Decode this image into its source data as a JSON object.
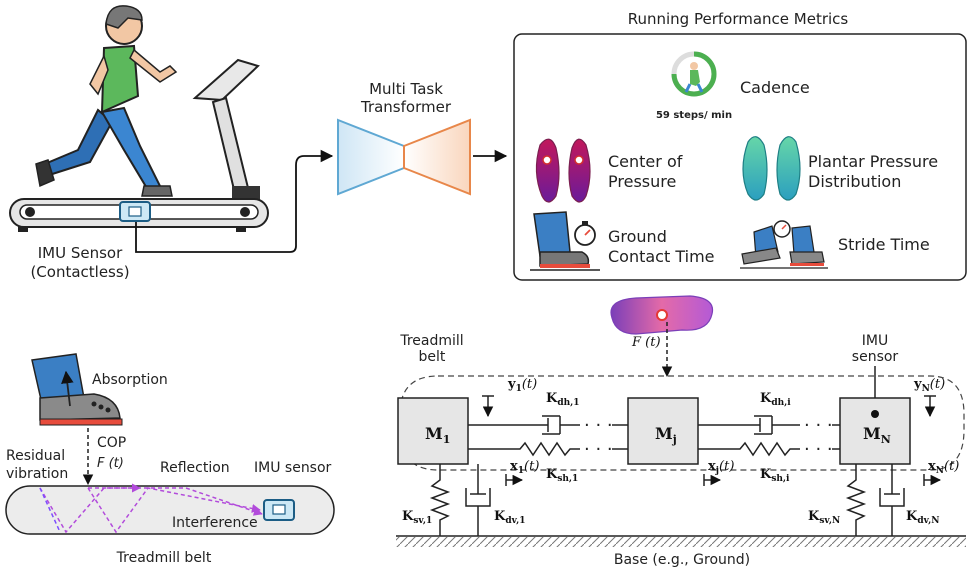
{
  "treadmill": {
    "sensor_label_1": "IMU Sensor",
    "sensor_label_2": "(Contactless)"
  },
  "transformer": {
    "label_1": "Multi Task",
    "label_2": "Transformer"
  },
  "metrics": {
    "title": "Running Performance Metrics",
    "cadence": {
      "label": "Cadence",
      "value": "59 steps/ min"
    },
    "cop": {
      "label_1": "Center of",
      "label_2": "Pressure"
    },
    "ppd": {
      "label_1": "Plantar Pressure",
      "label_2": "Distribution"
    },
    "gct": {
      "label_1": "Ground",
      "label_2": "Contact Time"
    },
    "stride": {
      "label": "Stride Time"
    }
  },
  "propagation": {
    "absorption": "Absorption",
    "cop": "COP",
    "force": "F (t)",
    "residual_1": "Residual",
    "residual_2": "vibration",
    "reflection": "Reflection",
    "imu_sensor": "IMU sensor",
    "interference": "Interference",
    "belt": "Treadmill belt"
  },
  "model": {
    "belt_1": "Treadmill",
    "belt_2": "belt",
    "force": "F (t)",
    "imu_1": "IMU",
    "imu_2": "sensor",
    "mass_1": "M",
    "mass_1_sub": "1",
    "mass_j": "M",
    "mass_j_sub": "j",
    "mass_n": "M",
    "mass_n_sub": "N",
    "y1": "y",
    "y1_sub": "1",
    "y1_t": "(t)",
    "yn": "y",
    "yn_sub": "N",
    "yn_t": "(t)",
    "x1": "x",
    "x1_sub": "1",
    "x1_t": "(t)",
    "xj": "x",
    "xj_sub": "j",
    "xj_t": "(t)",
    "xn": "x",
    "xn_sub": "N",
    "xn_t": "(t)",
    "kdh1": "K",
    "kdh1_sub": "dh,1",
    "kdhi": "K",
    "kdhi_sub": "dh,i",
    "ksh1": "K",
    "ksh1_sub": "sh,1",
    "kshi": "K",
    "kshi_sub": "sh,i",
    "ksv1": "K",
    "ksv1_sub": "sv,1",
    "kdv1": "K",
    "kdv1_sub": "dv,1",
    "ksvn": "K",
    "ksvn_sub": "sv,N",
    "kdvn": "K",
    "kdvn_sub": "dv,N",
    "base": "Base (e.g., Ground)"
  },
  "colors": {
    "transformer_left": "#5fa8d3",
    "transformer_right": "#e8874a",
    "shoe_blue": "#3b7fc4",
    "skin_green": "#4caf50",
    "sole_red": "#e74c3c",
    "wave_purple": "#b24bdb"
  }
}
